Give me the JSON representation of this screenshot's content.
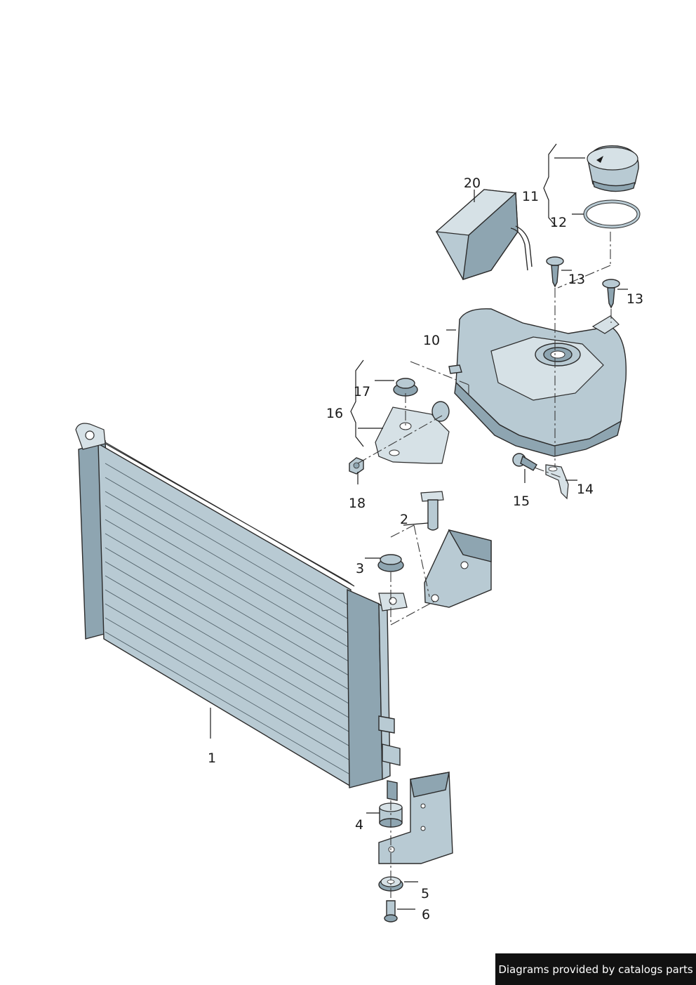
{
  "labels": {
    "p1": "1",
    "p2": "2",
    "p3": "3",
    "p4": "4",
    "p5": "5",
    "p6": "6",
    "p10": "10",
    "p11": "11",
    "p12": "12",
    "p13a": "13",
    "p13b": "13",
    "p14": "14",
    "p15": "15",
    "p16": "16",
    "p17": "17",
    "p18": "18",
    "p20": "20"
  },
  "footer": {
    "text": "Diagrams provided by catalogs parts"
  },
  "colors": {
    "part_fill": "#b8cad3",
    "part_shadow": "#8ea5b1",
    "footer_bg": "#111111"
  }
}
